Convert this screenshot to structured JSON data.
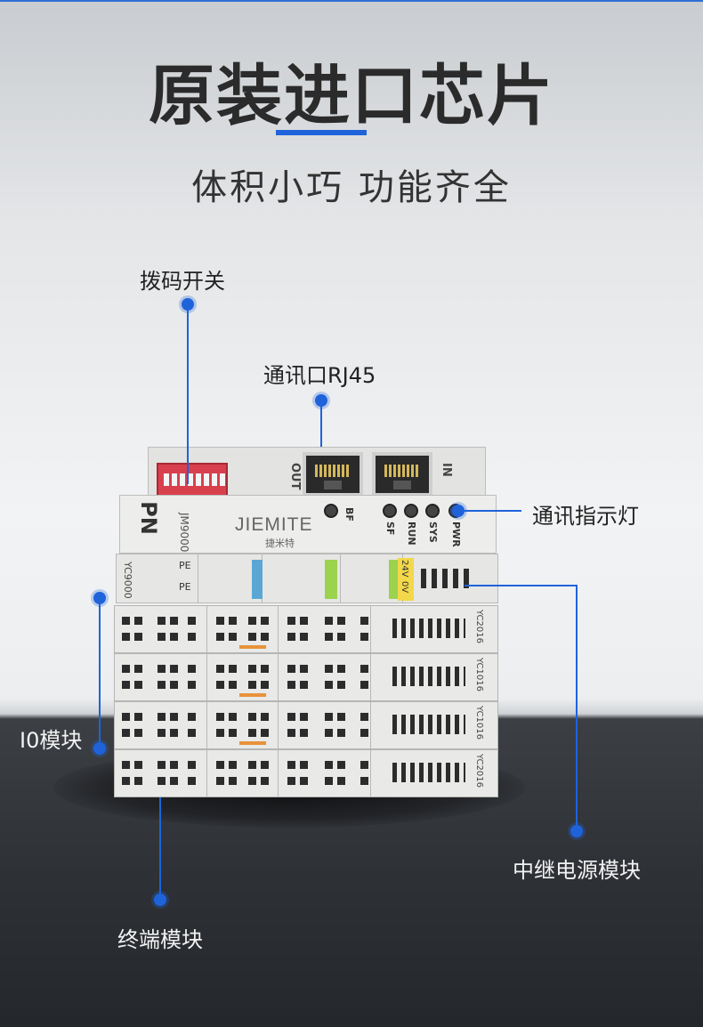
{
  "header": {
    "title": "原装进口芯片",
    "subtitle": "体积小巧  功能齐全"
  },
  "callouts": {
    "dip_switch": "拨码开关",
    "rj45": "通讯口RJ45",
    "indicator": "通讯指示灯",
    "io_module": "I0模块",
    "terminal_module": "终端模块",
    "power_module": "中继电源模块"
  },
  "device": {
    "port_out": "OUT",
    "port_in": "IN",
    "protocol": "PN",
    "model": "JM9000",
    "brand": "JIEMITE",
    "brand_cn": "捷米特",
    "leds": [
      "BF",
      "SF",
      "RUN",
      "SYS",
      "PWR"
    ],
    "terminal_model": "YC9000",
    "terminal_pe": "PE",
    "power_24v": "24V",
    "power_0v": "0V",
    "io_codes": [
      "YC2016",
      "YC1016",
      "YC1016",
      "YC2016"
    ]
  },
  "colors": {
    "accent": "#1f63db",
    "dip": "#d9404e"
  }
}
